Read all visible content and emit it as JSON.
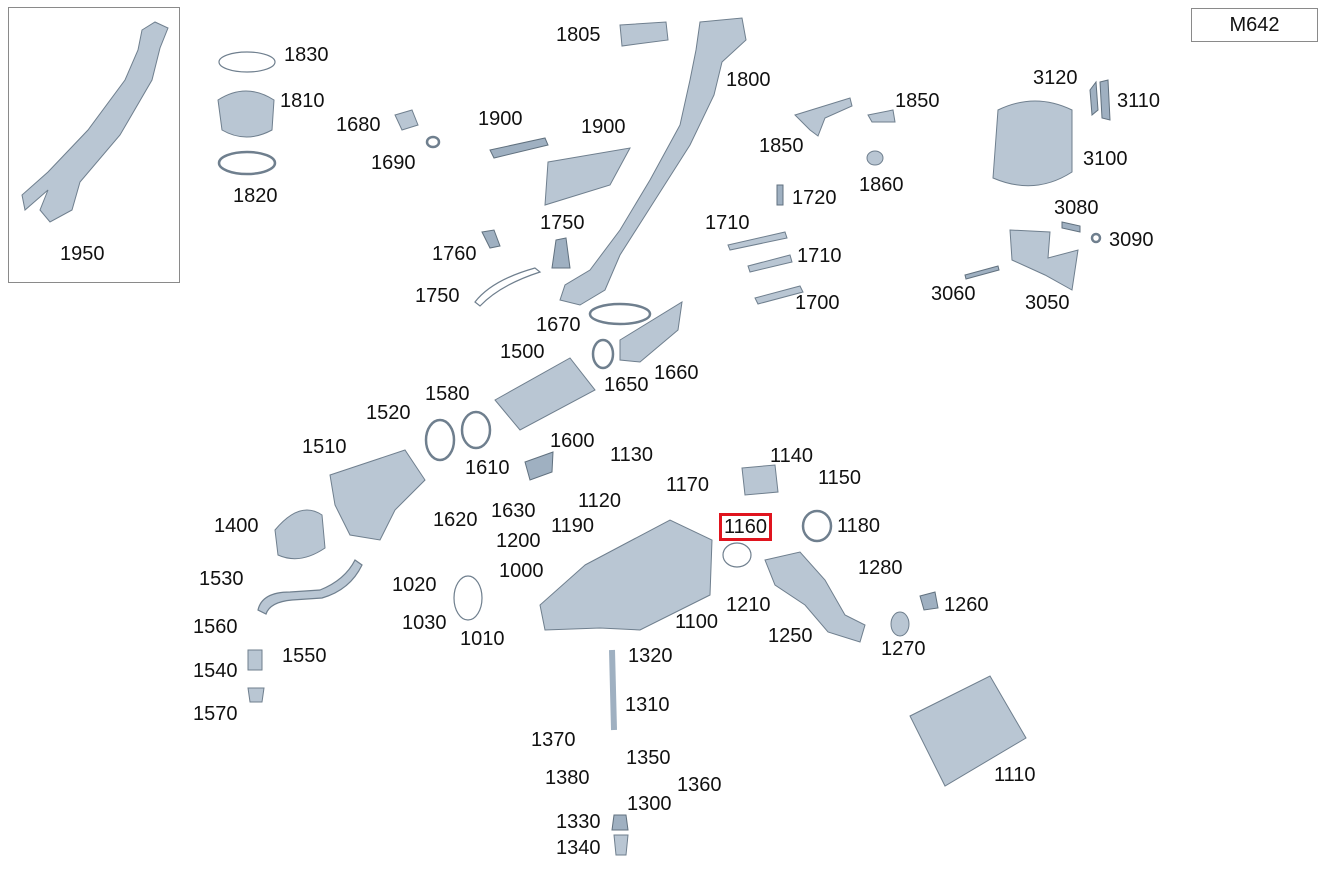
{
  "model": "M642",
  "highlighted_part": "1160",
  "highlight_color": "#e0141e",
  "part_color": "#b9c6d3",
  "labels": {
    "1950": "1950",
    "1830": "1830",
    "1810": "1810",
    "1820": "1820",
    "1680": "1680",
    "1690": "1690",
    "1805": "1805",
    "1800": "1800",
    "1900a": "1900",
    "1900b": "1900",
    "1750a": "1750",
    "1750b": "1750",
    "1760": "1760",
    "1850a": "1850",
    "1850b": "1850",
    "1860": "1860",
    "1720": "1720",
    "1710a": "1710",
    "1710b": "1710",
    "1700": "1700",
    "3120": "3120",
    "3110": "3110",
    "3100": "3100",
    "3080": "3080",
    "3090": "3090",
    "3060": "3060",
    "3050": "3050",
    "1670": "1670",
    "1500": "1500",
    "1650": "1650",
    "1660": "1660",
    "1580": "1580",
    "1520": "1520",
    "1510": "1510",
    "1600": "1600",
    "1610": "1610",
    "1620": "1620",
    "1630": "1630",
    "1130": "1130",
    "1120": "1120",
    "1170": "1170",
    "1140": "1140",
    "1150": "1150",
    "1160": "1160",
    "1180": "1180",
    "1190": "1190",
    "1200": "1200",
    "1000": "1000",
    "1400": "1400",
    "1530": "1530",
    "1020": "1020",
    "1030": "1030",
    "1010": "1010",
    "1100": "1100",
    "1210": "1210",
    "1280": "1280",
    "1260": "1260",
    "1250": "1250",
    "1270": "1270",
    "1560": "1560",
    "1550": "1550",
    "1540": "1540",
    "1570": "1570",
    "1320": "1320",
    "1310": "1310",
    "1370": "1370",
    "1350": "1350",
    "1380": "1380",
    "1360": "1360",
    "1300": "1300",
    "1330": "1330",
    "1340": "1340",
    "1110": "1110"
  }
}
